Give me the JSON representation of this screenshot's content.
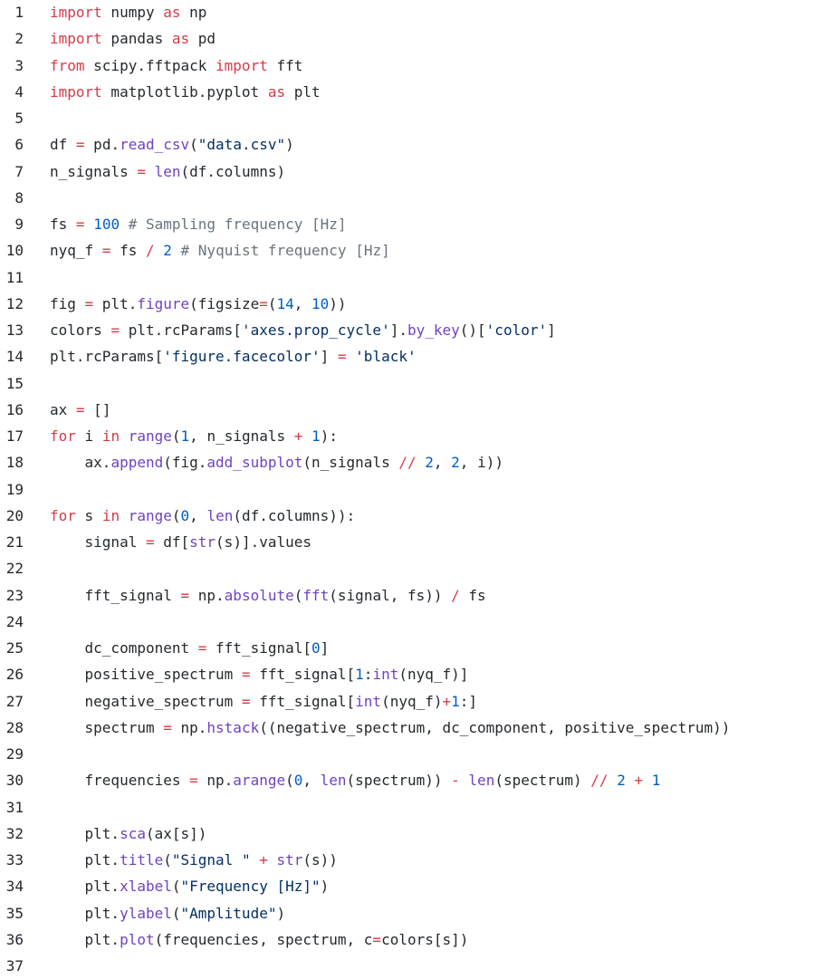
{
  "colors": {
    "keyword": "#d73a49",
    "function": "#6f42c1",
    "number": "#005cc5",
    "operator": "#d73a49",
    "string": "#032f62",
    "comment": "#6a737d",
    "text": "#24292e",
    "background": "#ffffff"
  },
  "lines": [
    {
      "n": "1",
      "tokens": [
        [
          "kw",
          "import"
        ],
        [
          "tx",
          " numpy "
        ],
        [
          "kw",
          "as"
        ],
        [
          "tx",
          " np"
        ]
      ]
    },
    {
      "n": "2",
      "tokens": [
        [
          "kw",
          "import"
        ],
        [
          "tx",
          " pandas "
        ],
        [
          "kw",
          "as"
        ],
        [
          "tx",
          " pd"
        ]
      ]
    },
    {
      "n": "3",
      "tokens": [
        [
          "kw",
          "from"
        ],
        [
          "tx",
          " scipy.fftpack "
        ],
        [
          "kw",
          "import"
        ],
        [
          "tx",
          " fft"
        ]
      ]
    },
    {
      "n": "4",
      "tokens": [
        [
          "kw",
          "import"
        ],
        [
          "tx",
          " matplotlib.pyplot "
        ],
        [
          "kw",
          "as"
        ],
        [
          "tx",
          " plt"
        ]
      ]
    },
    {
      "n": "5",
      "tokens": []
    },
    {
      "n": "6",
      "tokens": [
        [
          "tx",
          "df "
        ],
        [
          "op",
          "="
        ],
        [
          "tx",
          " pd."
        ],
        [
          "fn",
          "read_csv"
        ],
        [
          "tx",
          "("
        ],
        [
          "str",
          "\"data.csv\""
        ],
        [
          "tx",
          ")"
        ]
      ]
    },
    {
      "n": "7",
      "tokens": [
        [
          "tx",
          "n_signals "
        ],
        [
          "op",
          "="
        ],
        [
          "tx",
          " "
        ],
        [
          "fn",
          "len"
        ],
        [
          "tx",
          "(df.columns)"
        ]
      ]
    },
    {
      "n": "8",
      "tokens": []
    },
    {
      "n": "9",
      "tokens": [
        [
          "tx",
          "fs "
        ],
        [
          "op",
          "="
        ],
        [
          "tx",
          " "
        ],
        [
          "num",
          "100"
        ],
        [
          "tx",
          " "
        ],
        [
          "cm",
          "# Sampling frequency [Hz]"
        ]
      ]
    },
    {
      "n": "10",
      "tokens": [
        [
          "tx",
          "nyq_f "
        ],
        [
          "op",
          "="
        ],
        [
          "tx",
          " fs "
        ],
        [
          "op",
          "/"
        ],
        [
          "tx",
          " "
        ],
        [
          "num",
          "2"
        ],
        [
          "tx",
          " "
        ],
        [
          "cm",
          "# Nyquist frequency [Hz]"
        ]
      ]
    },
    {
      "n": "11",
      "tokens": []
    },
    {
      "n": "12",
      "tokens": [
        [
          "tx",
          "fig "
        ],
        [
          "op",
          "="
        ],
        [
          "tx",
          " plt."
        ],
        [
          "fn",
          "figure"
        ],
        [
          "tx",
          "(figsize"
        ],
        [
          "op",
          "="
        ],
        [
          "tx",
          "("
        ],
        [
          "num",
          "14"
        ],
        [
          "tx",
          ", "
        ],
        [
          "num",
          "10"
        ],
        [
          "tx",
          "))"
        ]
      ]
    },
    {
      "n": "13",
      "tokens": [
        [
          "tx",
          "colors "
        ],
        [
          "op",
          "="
        ],
        [
          "tx",
          " plt.rcParams["
        ],
        [
          "str",
          "'axes.prop_cycle'"
        ],
        [
          "tx",
          "]."
        ],
        [
          "fn",
          "by_key"
        ],
        [
          "tx",
          "()["
        ],
        [
          "str",
          "'color'"
        ],
        [
          "tx",
          "]"
        ]
      ]
    },
    {
      "n": "14",
      "tokens": [
        [
          "tx",
          "plt.rcParams["
        ],
        [
          "str",
          "'figure.facecolor'"
        ],
        [
          "tx",
          "] "
        ],
        [
          "op",
          "="
        ],
        [
          "tx",
          " "
        ],
        [
          "str",
          "'black'"
        ]
      ]
    },
    {
      "n": "15",
      "tokens": []
    },
    {
      "n": "16",
      "tokens": [
        [
          "tx",
          "ax "
        ],
        [
          "op",
          "="
        ],
        [
          "tx",
          " []"
        ]
      ]
    },
    {
      "n": "17",
      "tokens": [
        [
          "kw",
          "for"
        ],
        [
          "tx",
          " i "
        ],
        [
          "kw",
          "in"
        ],
        [
          "tx",
          " "
        ],
        [
          "fn",
          "range"
        ],
        [
          "tx",
          "("
        ],
        [
          "num",
          "1"
        ],
        [
          "tx",
          ", n_signals "
        ],
        [
          "op",
          "+"
        ],
        [
          "tx",
          " "
        ],
        [
          "num",
          "1"
        ],
        [
          "tx",
          "):"
        ]
      ]
    },
    {
      "n": "18",
      "tokens": [
        [
          "tx",
          "    ax."
        ],
        [
          "fn",
          "append"
        ],
        [
          "tx",
          "(fig."
        ],
        [
          "fn",
          "add_subplot"
        ],
        [
          "tx",
          "(n_signals "
        ],
        [
          "op",
          "//"
        ],
        [
          "tx",
          " "
        ],
        [
          "num",
          "2"
        ],
        [
          "tx",
          ", "
        ],
        [
          "num",
          "2"
        ],
        [
          "tx",
          ", i))"
        ]
      ]
    },
    {
      "n": "19",
      "tokens": []
    },
    {
      "n": "20",
      "tokens": [
        [
          "kw",
          "for"
        ],
        [
          "tx",
          " s "
        ],
        [
          "kw",
          "in"
        ],
        [
          "tx",
          " "
        ],
        [
          "fn",
          "range"
        ],
        [
          "tx",
          "("
        ],
        [
          "num",
          "0"
        ],
        [
          "tx",
          ", "
        ],
        [
          "fn",
          "len"
        ],
        [
          "tx",
          "(df.columns)):"
        ]
      ]
    },
    {
      "n": "21",
      "tokens": [
        [
          "tx",
          "    signal "
        ],
        [
          "op",
          "="
        ],
        [
          "tx",
          " df["
        ],
        [
          "fn",
          "str"
        ],
        [
          "tx",
          "(s)].values"
        ]
      ]
    },
    {
      "n": "22",
      "tokens": []
    },
    {
      "n": "23",
      "tokens": [
        [
          "tx",
          "    fft_signal "
        ],
        [
          "op",
          "="
        ],
        [
          "tx",
          " np."
        ],
        [
          "fn",
          "absolute"
        ],
        [
          "tx",
          "("
        ],
        [
          "fn",
          "fft"
        ],
        [
          "tx",
          "(signal, fs)) "
        ],
        [
          "op",
          "/"
        ],
        [
          "tx",
          " fs"
        ]
      ]
    },
    {
      "n": "24",
      "tokens": []
    },
    {
      "n": "25",
      "tokens": [
        [
          "tx",
          "    dc_component "
        ],
        [
          "op",
          "="
        ],
        [
          "tx",
          " fft_signal["
        ],
        [
          "num",
          "0"
        ],
        [
          "tx",
          "]"
        ]
      ]
    },
    {
      "n": "26",
      "tokens": [
        [
          "tx",
          "    positive_spectrum "
        ],
        [
          "op",
          "="
        ],
        [
          "tx",
          " fft_signal["
        ],
        [
          "num",
          "1"
        ],
        [
          "tx",
          ":"
        ],
        [
          "fn",
          "int"
        ],
        [
          "tx",
          "(nyq_f)]"
        ]
      ]
    },
    {
      "n": "27",
      "tokens": [
        [
          "tx",
          "    negative_spectrum "
        ],
        [
          "op",
          "="
        ],
        [
          "tx",
          " fft_signal["
        ],
        [
          "fn",
          "int"
        ],
        [
          "tx",
          "(nyq_f)"
        ],
        [
          "op",
          "+"
        ],
        [
          "num",
          "1"
        ],
        [
          "tx",
          ":]"
        ]
      ]
    },
    {
      "n": "28",
      "tokens": [
        [
          "tx",
          "    spectrum "
        ],
        [
          "op",
          "="
        ],
        [
          "tx",
          " np."
        ],
        [
          "fn",
          "hstack"
        ],
        [
          "tx",
          "((negative_spectrum, dc_component, positive_spectrum))"
        ]
      ]
    },
    {
      "n": "29",
      "tokens": []
    },
    {
      "n": "30",
      "tokens": [
        [
          "tx",
          "    frequencies "
        ],
        [
          "op",
          "="
        ],
        [
          "tx",
          " np."
        ],
        [
          "fn",
          "arange"
        ],
        [
          "tx",
          "("
        ],
        [
          "num",
          "0"
        ],
        [
          "tx",
          ", "
        ],
        [
          "fn",
          "len"
        ],
        [
          "tx",
          "(spectrum)) "
        ],
        [
          "op",
          "-"
        ],
        [
          "tx",
          " "
        ],
        [
          "fn",
          "len"
        ],
        [
          "tx",
          "(spectrum) "
        ],
        [
          "op",
          "//"
        ],
        [
          "tx",
          " "
        ],
        [
          "num",
          "2"
        ],
        [
          "tx",
          " "
        ],
        [
          "op",
          "+"
        ],
        [
          "tx",
          " "
        ],
        [
          "num",
          "1"
        ]
      ]
    },
    {
      "n": "31",
      "tokens": []
    },
    {
      "n": "32",
      "tokens": [
        [
          "tx",
          "    plt."
        ],
        [
          "fn",
          "sca"
        ],
        [
          "tx",
          "(ax[s])"
        ]
      ]
    },
    {
      "n": "33",
      "tokens": [
        [
          "tx",
          "    plt."
        ],
        [
          "fn",
          "title"
        ],
        [
          "tx",
          "("
        ],
        [
          "str",
          "\"Signal \""
        ],
        [
          "tx",
          " "
        ],
        [
          "op",
          "+"
        ],
        [
          "tx",
          " "
        ],
        [
          "fn",
          "str"
        ],
        [
          "tx",
          "(s))"
        ]
      ]
    },
    {
      "n": "34",
      "tokens": [
        [
          "tx",
          "    plt."
        ],
        [
          "fn",
          "xlabel"
        ],
        [
          "tx",
          "("
        ],
        [
          "str",
          "\"Frequency [Hz]\""
        ],
        [
          "tx",
          ")"
        ]
      ]
    },
    {
      "n": "35",
      "tokens": [
        [
          "tx",
          "    plt."
        ],
        [
          "fn",
          "ylabel"
        ],
        [
          "tx",
          "("
        ],
        [
          "str",
          "\"Amplitude\""
        ],
        [
          "tx",
          ")"
        ]
      ]
    },
    {
      "n": "36",
      "tokens": [
        [
          "tx",
          "    plt."
        ],
        [
          "fn",
          "plot"
        ],
        [
          "tx",
          "(frequencies, spectrum, c"
        ],
        [
          "op",
          "="
        ],
        [
          "tx",
          "colors[s])"
        ]
      ]
    },
    {
      "n": "37",
      "tokens": []
    }
  ]
}
